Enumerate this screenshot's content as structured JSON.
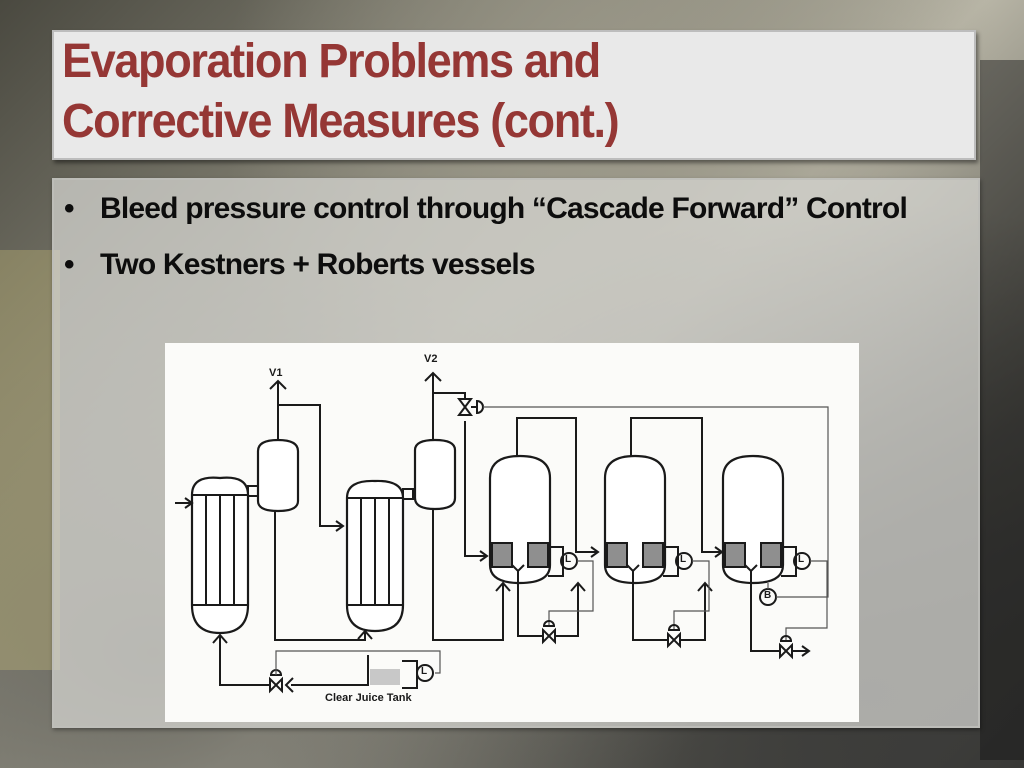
{
  "slide": {
    "title_line1": "Evaporation Problems and",
    "title_line2": "Corrective Measures (cont.)",
    "bullets": [
      {
        "marker": "•",
        "text": "Bleed pressure control through “Cascade Forward” Control"
      },
      {
        "marker": "•",
        "text": "Two Kestners + Roberts vessels"
      }
    ],
    "colors": {
      "title": "#953735",
      "title_box": "#e9e9e9",
      "body_text": "#0d0d0d"
    }
  },
  "diagram": {
    "labels": {
      "vapor1": "V1",
      "vapor2": "V2",
      "tank": "Clear Juice Tank",
      "level_controller": "L",
      "brix_sensor": "B"
    },
    "equipment": [
      {
        "id": "kestner-1",
        "type": "rising-film evaporator"
      },
      {
        "id": "separator-1",
        "type": "vapor separator"
      },
      {
        "id": "kestner-2",
        "type": "rising-film evaporator"
      },
      {
        "id": "separator-2",
        "type": "vapor separator"
      },
      {
        "id": "roberts-1",
        "type": "roberts vessel"
      },
      {
        "id": "roberts-2",
        "type": "roberts vessel"
      },
      {
        "id": "roberts-3",
        "type": "roberts vessel"
      },
      {
        "id": "clear-juice-tank",
        "type": "tank"
      }
    ]
  }
}
